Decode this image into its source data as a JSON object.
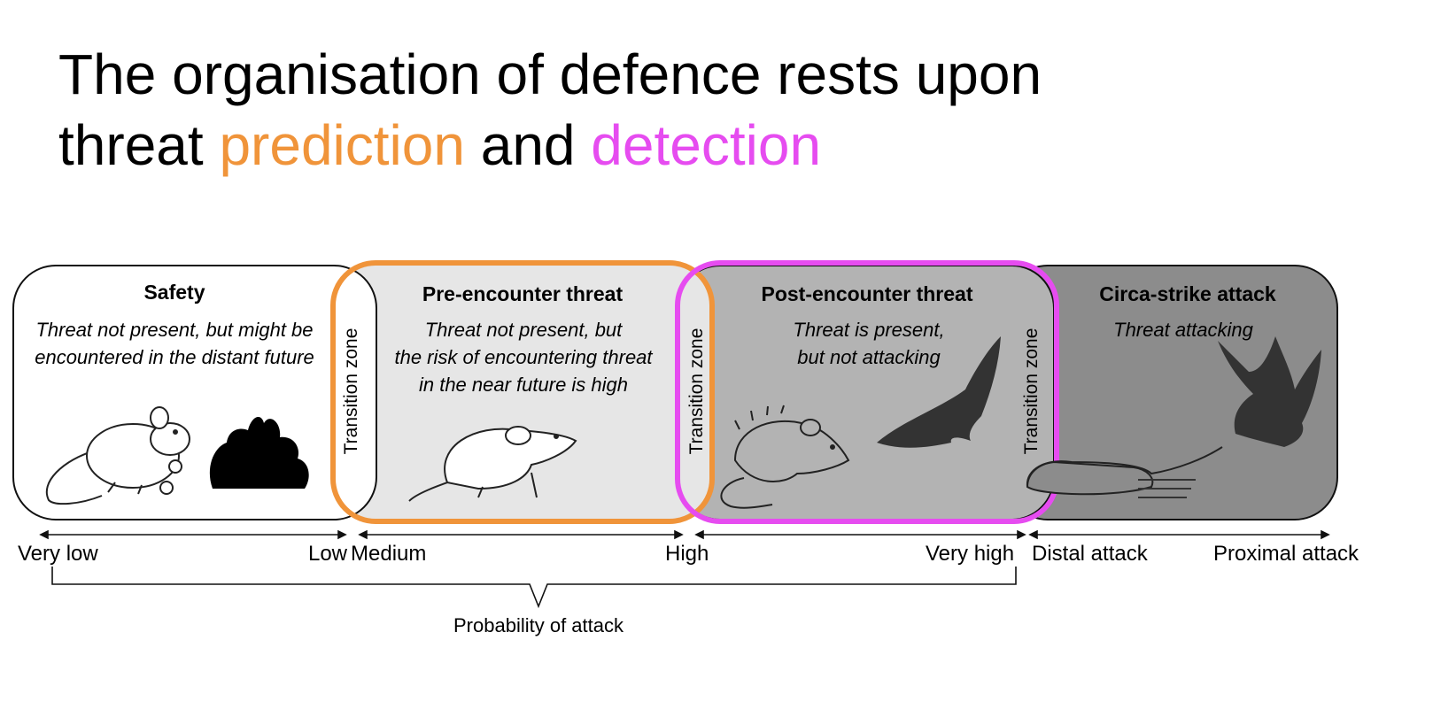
{
  "title": {
    "line1": "The organisation of defence rests upon",
    "line2_prefix": "threat ",
    "prediction": "prediction",
    "conjunction": " and ",
    "detection": "detection"
  },
  "colors": {
    "prediction": "#f0943a",
    "detection": "#e64cf0",
    "safety_fill": "#ffffff",
    "pre_fill": "#e6e6e6",
    "post_fill": "#b3b3b3",
    "circa_fill": "#8c8c8c"
  },
  "panels": [
    {
      "title": "Safety",
      "desc": [
        "Threat not present, but might be",
        "encountered in the distant future"
      ]
    },
    {
      "title": "Pre-encounter threat",
      "desc": [
        "Threat not present, but",
        "the risk of encountering threat",
        "in the near future is high"
      ]
    },
    {
      "title": "Post-encounter threat",
      "desc": [
        "Threat is present,",
        "but not attacking"
      ]
    },
    {
      "title": "Circa-strike attack",
      "desc": [
        "Threat attacking"
      ]
    }
  ],
  "transition_label": "Transition zone",
  "axis_labels": {
    "very_low": "Very low",
    "low": "Low",
    "medium": "Medium",
    "high": "High",
    "very_high": "Very high",
    "distal": "Distal attack",
    "proximal": "Proximal attack"
  },
  "brace_label": "Probability of attack",
  "icons": [
    "mouse-icon",
    "bush-icon",
    "rat-icon",
    "eagle-icon"
  ]
}
